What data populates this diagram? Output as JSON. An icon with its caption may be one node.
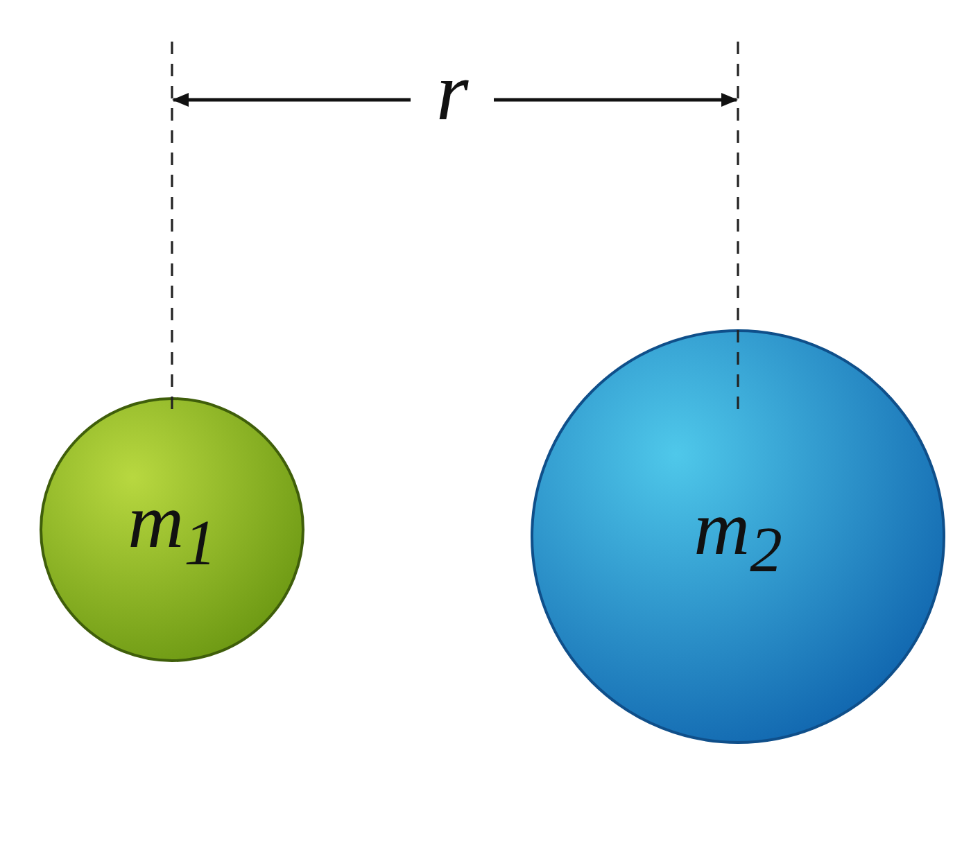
{
  "diagram": {
    "nodes": [
      {
        "text": [
          "m$_{1}$"
        ]
      },
      {
        "text": [
          "m$_{2}$"
        ]
      }
    ],
    "labels": [
      "r"
    ]
  }
}
